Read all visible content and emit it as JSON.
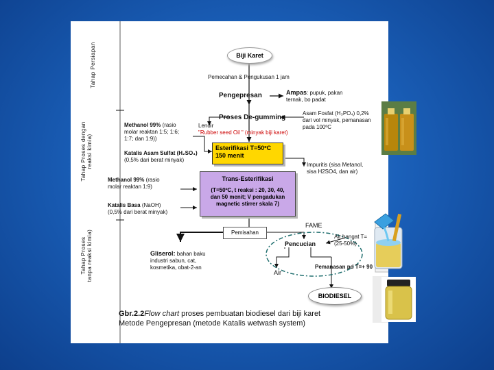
{
  "stage_labels": {
    "persiapan": "Tahap Persiapan",
    "dengan_kimia_1": "Tahap Proses dengan",
    "dengan_kimia_2": "reaksi kimia)",
    "tanpa_kimia_1": "Tahap Proses",
    "tanpa_kimia_2": "tanpa reaksi kimia)"
  },
  "nodes": {
    "biji_karet": "Biji Karet",
    "pemecahan": "Pemecahan & Pengukusan 1 jam",
    "pengepresan": "Pengepresan",
    "ampas_title": "Ampas",
    "ampas_desc_1": ": pupuk, pakan",
    "ampas_desc_2": "ternak, bo padat",
    "degumming": "Proses De-gumming",
    "lendir": "Lendir",
    "rubber_seed_oil": "\"Rubber seed Oil \" (minyak biji karet)",
    "asam_fosfat_1": "Asam Fosfat (H₃PO₄) 0,2%",
    "asam_fosfat_2": "dari vol minyak, pemanasan",
    "asam_fosfat_3": "pada 100ºC",
    "methanol1_bold": "Methanol 99%",
    "methanol1_rest_1": "(rasio",
    "methanol1_rest_2": "molar reaktan 1:5; 1:6;",
    "methanol1_rest_3": "1:7; dan 1:9))",
    "katalis_asam_1": "Katalis Asam Sulfat (H₂SO₄)",
    "katalis_asam_2": "(0,5% dari berat minyak)",
    "esterifikasi_1": "Esterifikasi T=50ºC",
    "esterifikasi_2": "150 menit",
    "impuritis_1": "Impuritis (sisa Metanol,",
    "impuritis_2": "sisa H2SO4, dan air)",
    "methanol2_bold": "Methanol 99%",
    "methanol2_rest_1": "(rasio",
    "methanol2_rest_2": "molar reaktan 1:9)",
    "trans_title": "Trans-Esterifikasi",
    "trans_1": "(T=50ºC, t reaksi : 20, 30, 40,",
    "trans_2": "dan 50 menit; V pengadukan",
    "trans_3": "magnetic stirrer skala 7)",
    "katalis_basa_bold": "Katalis Basa",
    "katalis_basa_rest": "(NaOH)",
    "katalis_basa_2": "(0,5% dari berat minyak)",
    "pemisahan": "Pemisahan",
    "fame": "FAME",
    "air_hangat_1": "Air hangat T=",
    "air_hangat_2": "(25-50%)",
    "pencucian": "Pencucian",
    "pemanasan": "Pemanasan pd T=+ 90",
    "air": "Air",
    "gliserol_bold": "Gliserol:",
    "gliserol_1": "bahan baku",
    "gliserol_2": "industri sabun, cat,",
    "gliserol_3": "kosmetika, obat-2-an",
    "biodiesel": "BIODIESEL"
  },
  "caption": {
    "prefix": "Gbr.2.2",
    "italic": "Flow chart",
    "line1_rest": "proses pembuatan biodiesel dari biji karet",
    "line2": "Metode Pengepresan (metode Katalis wetwash system)"
  },
  "colors": {
    "background": "#1a5fb8",
    "yellow_box": "#ffd700",
    "purple_box": "#c9a8e8",
    "red_text": "#cc0000",
    "dashed_teal": "#1f6e6e"
  }
}
